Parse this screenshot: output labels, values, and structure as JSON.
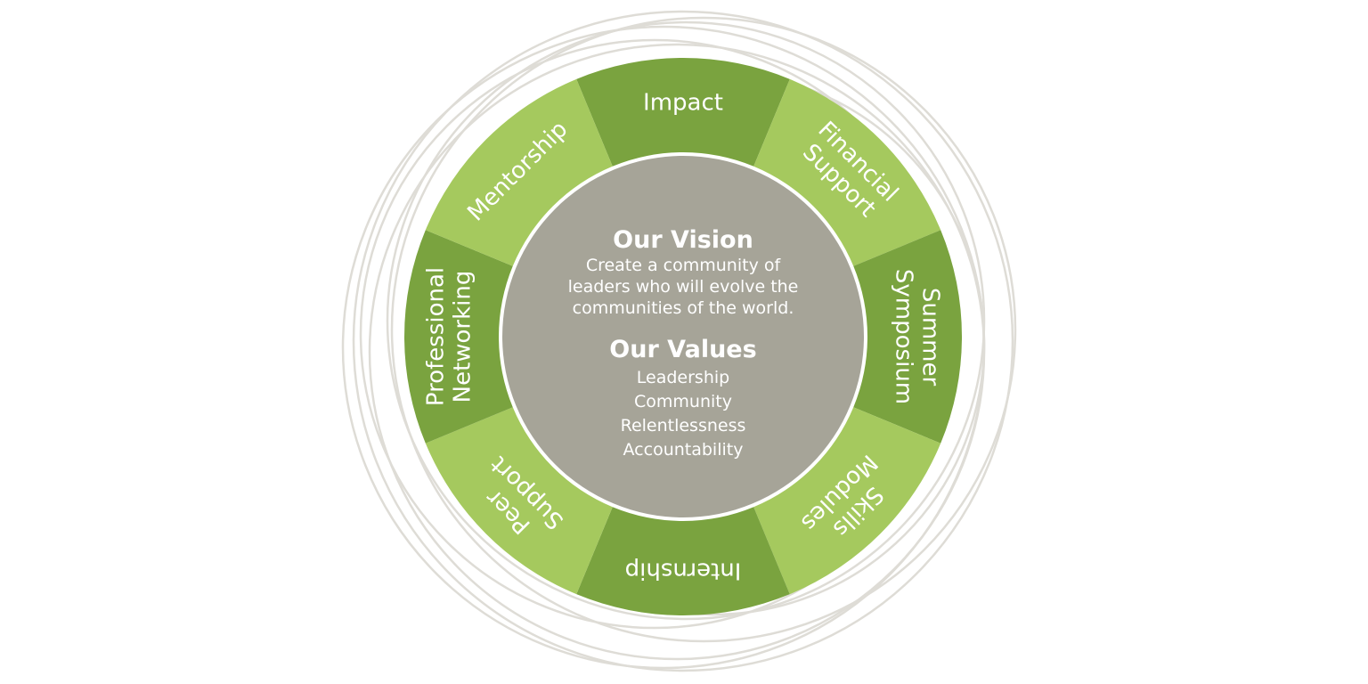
{
  "colors": {
    "segment_light": "#a5c95e",
    "segment_dark": "#7aa33f",
    "center_fill": "#a6a498",
    "ring_stroke": "#dedcd6",
    "text": "#ffffff"
  },
  "segments": [
    {
      "label_lines": [
        "Impact"
      ],
      "shade": "dark"
    },
    {
      "label_lines": [
        "Financial",
        "Support"
      ],
      "shade": "light"
    },
    {
      "label_lines": [
        "Summer",
        "Symposium"
      ],
      "shade": "dark"
    },
    {
      "label_lines": [
        "Skills",
        "Modules"
      ],
      "shade": "light"
    },
    {
      "label_lines": [
        "Internship"
      ],
      "shade": "dark"
    },
    {
      "label_lines": [
        "Peer",
        "Support"
      ],
      "shade": "light"
    },
    {
      "label_lines": [
        "Professional",
        "Networking"
      ],
      "shade": "dark"
    },
    {
      "label_lines": [
        "Mentorship"
      ],
      "shade": "light"
    }
  ],
  "center": {
    "vision_title": "Our Vision",
    "vision_lines": [
      "Create a community of",
      "leaders who will evolve the",
      "communities of the world."
    ],
    "values_title": "Our Values",
    "values": [
      "Leadership",
      "Community",
      "Relentlessness",
      "Accountability"
    ]
  }
}
